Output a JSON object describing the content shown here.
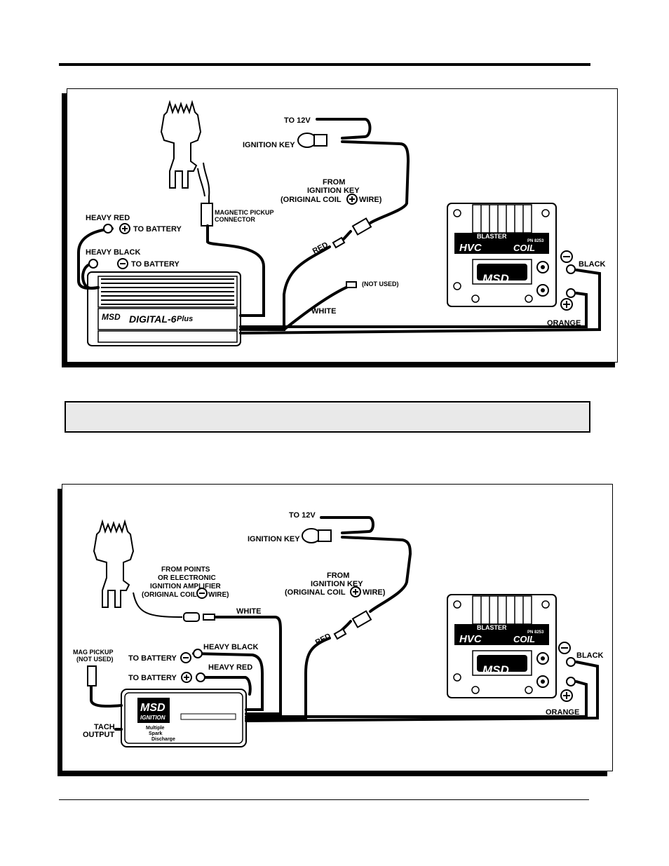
{
  "fig1": {
    "to_12v": "TO 12V",
    "ignition_key": "IGNITION KEY",
    "from": "FROM",
    "from_ignition_key": "IGNITION KEY",
    "original_coil_a": "(ORIGINAL COIL",
    "original_coil_b": "WIRE)",
    "heavy_red": "HEAVY RED",
    "to_battery_pos": "TO BATTERY",
    "heavy_black": "HEAVY BLACK",
    "to_battery_neg": "TO BATTERY",
    "magnetic_pickup": "MAGNETIC PICKUP",
    "connector": "CONNECTOR",
    "red": "RED",
    "not_used": "(NOT USED)",
    "white": "WHITE",
    "black": "BLACK",
    "orange": "ORANGE",
    "ignition_model": "DIGITAL-6",
    "ignition_model_suffix": "Plus",
    "msd_small": "MSD",
    "coil_brand": "BLASTER",
    "coil_model": "HVC",
    "coil_coil": "COIL",
    "coil_pn": "PN 8253",
    "coil_logo": "MSD"
  },
  "fig2": {
    "to_12v": "TO 12V",
    "ignition_key": "IGNITION KEY",
    "from_points_1": "FROM POINTS",
    "from_points_2": "OR ELECTRONIC",
    "from_points_3": "IGNITION AMPLIFIER",
    "from_points_4a": "(ORIGINAL COIL",
    "from_points_4b": "WIRE)",
    "from": "FROM",
    "from_ignition_key": "IGNITION KEY",
    "original_coil_a": "(ORIGINAL COIL",
    "original_coil_b": "WIRE)",
    "white": "WHITE",
    "heavy_black": "HEAVY BLACK",
    "heavy_red": "HEAVY RED",
    "to_battery_neg": "TO BATTERY",
    "to_battery_pos": "TO BATTERY",
    "mag_pickup": "MAG PICKUP",
    "not_used": "(NOT USED)",
    "tach": "TACH",
    "output": "OUTPUT",
    "red": "RED",
    "black": "BLACK",
    "orange": "ORANGE",
    "box_msd": "MSD",
    "box_ignition": "IGNITION",
    "box_multiple": "Multiple",
    "box_spark": "Spark",
    "box_discharge": "Discharge",
    "coil_brand": "BLASTER",
    "coil_model": "HVC",
    "coil_coil": "COIL",
    "coil_pn": "PN 8253",
    "coil_logo": "MSD"
  },
  "banner": {
    "text": ""
  }
}
